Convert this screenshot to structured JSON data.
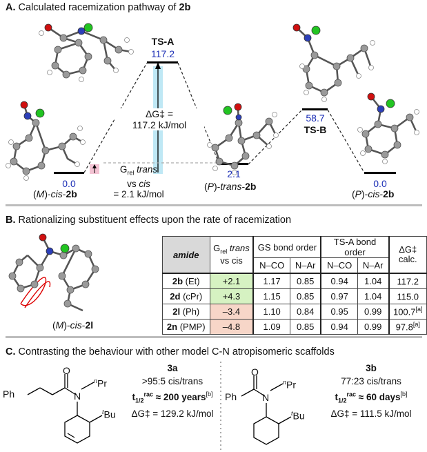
{
  "sectionA": {
    "letter": "A.",
    "title": "Calculated racemization pathway of",
    "compound": "2b",
    "levels": {
      "start": {
        "value": "0.0",
        "label_pre": "(M)-",
        "label_mid": "cis",
        "label_cmp": "2b"
      },
      "tsA": {
        "name": "TS-A",
        "value": "117.2"
      },
      "mid": {
        "value": "2.1",
        "label_pre": "(P)-",
        "label_mid": "trans",
        "label_cmp": "2b"
      },
      "tsB": {
        "name": "TS-B",
        "value": "58.7"
      },
      "end": {
        "value": "0.0",
        "label_pre": "(P)-",
        "label_mid": "cis",
        "label_cmp": "2b"
      }
    },
    "barrier": {
      "line1": "ΔG‡ =",
      "line2": "117.2 kJ/mol"
    },
    "grel": {
      "g": "G",
      "sub": "rel",
      "trans": "trans",
      "vs": "vs",
      "cis": "cis",
      "value": "= 2.1 kJ/mol"
    }
  },
  "sectionB": {
    "letter": "B.",
    "title": "Rationalizing substituent effects upon the rate of racemization",
    "molecule_label": {
      "pre": "(M)-",
      "mid": "cis",
      "cmp": "2l"
    },
    "table": {
      "h_amide": "amide",
      "h_grel_1": "G",
      "h_grel_sub": "rel",
      "h_grel_2": "trans",
      "h_grel_3": "vs cis",
      "h_gs": "GS bond order",
      "h_ts": "TS-A bond order",
      "h_dg1": "ΔG‡",
      "h_dg2": "calc.",
      "sub_nco": "N–CO",
      "sub_nar": "N–Ar",
      "rows": [
        {
          "cmp": "2b",
          "sub": "(Et)",
          "grel": "+2.1",
          "gs_nco": "1.17",
          "gs_nar": "0.85",
          "ts_nco": "0.94",
          "ts_nar": "1.04",
          "dg": "117.2",
          "note": ""
        },
        {
          "cmp": "2d",
          "sub": "(cPr)",
          "grel": "+4.3",
          "gs_nco": "1.15",
          "gs_nar": "0.85",
          "ts_nco": "0.97",
          "ts_nar": "1.04",
          "dg": "115.0",
          "note": ""
        },
        {
          "cmp": "2l",
          "sub": "(Ph)",
          "grel": "–3.4",
          "gs_nco": "1.10",
          "gs_nar": "0.84",
          "ts_nco": "0.95",
          "ts_nar": "0.99",
          "dg": "100.7",
          "note": "[a]"
        },
        {
          "cmp": "2n",
          "sub": "(PMP)",
          "grel": "–4.8",
          "gs_nco": "1.09",
          "gs_nar": "0.85",
          "ts_nco": "0.94",
          "ts_nar": "0.99",
          "dg": "97.8",
          "note": "[a]"
        }
      ]
    }
  },
  "sectionC": {
    "letter": "C.",
    "title": "Contrasting the behaviour with other model C-N atropisomeric scaffolds",
    "left": {
      "cmp": "3a",
      "ratio": ">95:5 cis/trans",
      "half_life": "≈ 200 years",
      "half_note": "[b]",
      "dg": "ΔG‡ = 129.2 kJ/mol",
      "atoms": {
        "ph": "Ph",
        "o": "O",
        "n": "N",
        "npr": "Pr",
        "npr_n": "n",
        "tbu": "Bu",
        "tbu_t": "t"
      }
    },
    "right": {
      "cmp": "3b",
      "ratio": "77:23 cis/trans",
      "half_life": "≈ 60 days",
      "half_note": "[b]",
      "dg": "ΔG‡ = 111.5 kJ/mol",
      "atoms": {
        "ph": "Ph",
        "o": "O",
        "n": "N",
        "npr": "Pr",
        "npr_n": "n",
        "tbu": "Bu",
        "tbu_t": "t"
      }
    },
    "t_label": "t",
    "t_sub": "1/2",
    "t_sup": "rac"
  },
  "colors": {
    "blue_text": "#1a2db5",
    "green_cell": "#d6f2c2",
    "pink_cell": "#f7d6c8",
    "barrier_band": "#bfe8f5"
  }
}
